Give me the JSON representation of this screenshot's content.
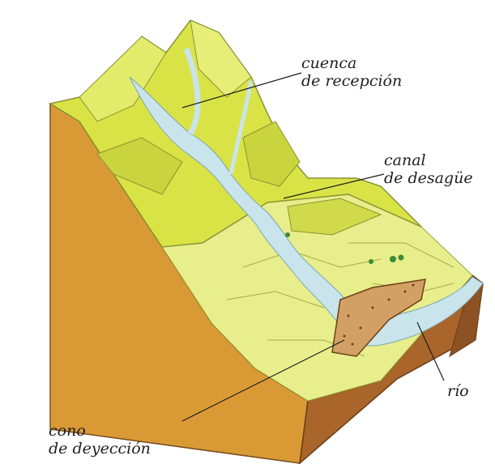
{
  "labels": {
    "cuenca_line1": "cuenca",
    "cuenca_line2": "de recepción",
    "canal_line1": "canal",
    "canal_line2": "de desagüe",
    "rio": "río",
    "cono_line1": "cono",
    "cono_line2": "de deyección"
  },
  "colors": {
    "background": "#ffffff",
    "mountain": "#d9e346",
    "mountain_shadow": "#b8c43a",
    "slope_face": "#d99a36",
    "front_face": "#a9652a",
    "water": "#c9e4ea",
    "cone": "#d2a064",
    "valley_floor": "#eef0a2",
    "leader_line": "#1e1e1e"
  }
}
